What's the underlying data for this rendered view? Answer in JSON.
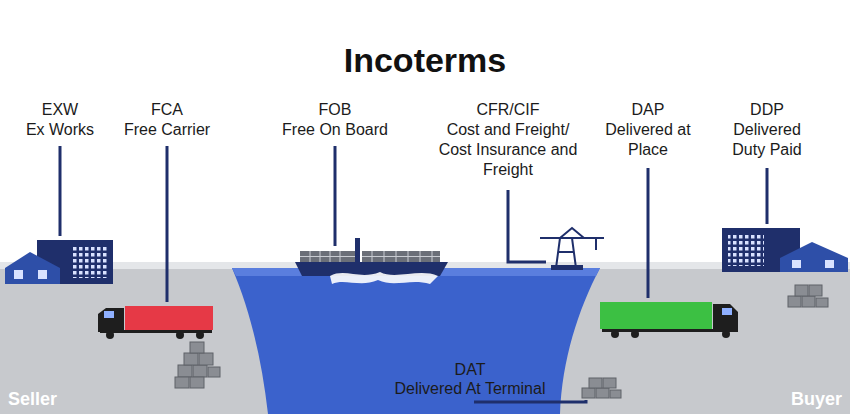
{
  "diagram": {
    "title": "Incoterms",
    "labels": [
      "EXW",
      "Ex Works",
      "FCA",
      "Free Carrier",
      "FOB",
      "Free On Board",
      "CFR/CIF",
      "Cost and Freight/ Cost Insurance and Freight",
      "DAP",
      "Delivered at Place",
      "DDP",
      "Delivered Duty Paid",
      "DAT",
      "Delivered At Terminal",
      "Seller",
      "Buyer"
    ]
  }
}
